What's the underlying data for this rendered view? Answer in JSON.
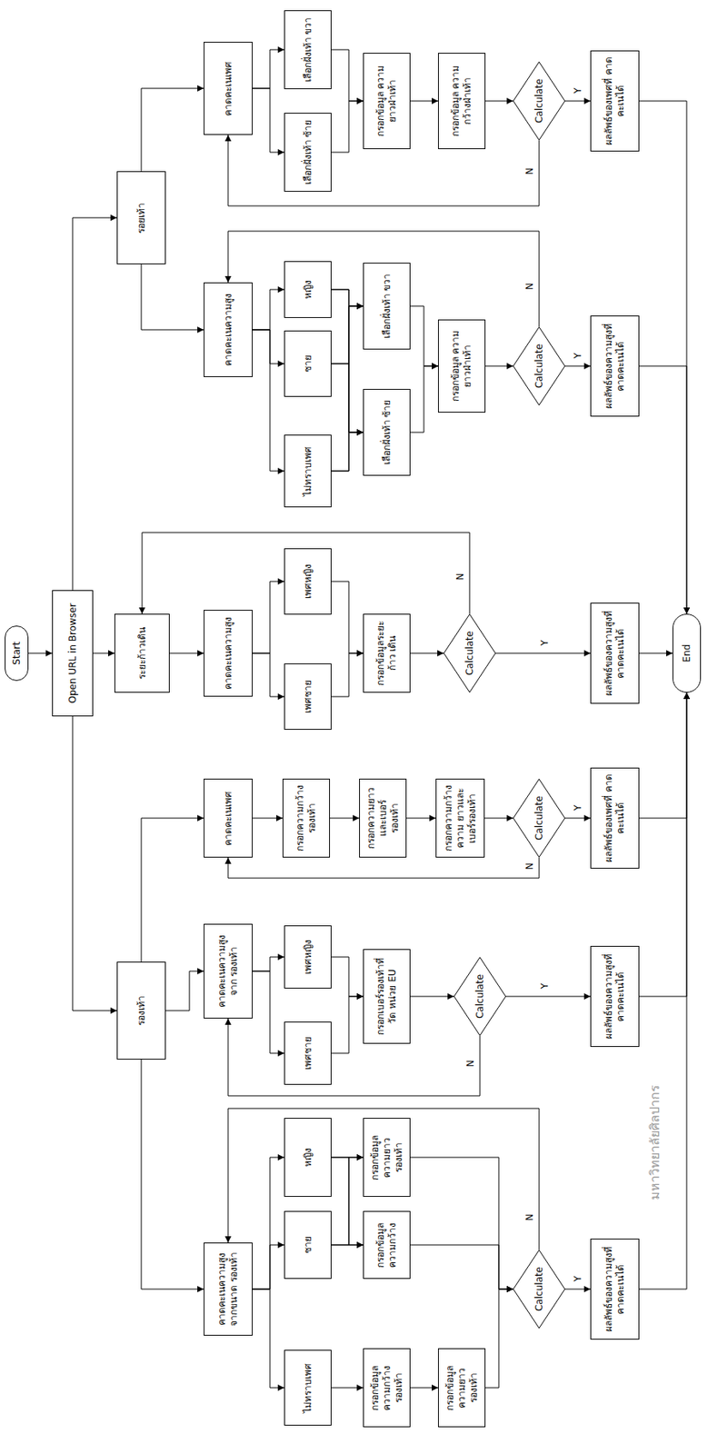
{
  "diagram": {
    "nodes": [
      {
        "text": [
          "Start"
        ]
      },
      {
        "text": [
          "Open URL in Browser"
        ]
      },
      {
        "text": [
          "รองเท้า"
        ]
      },
      {
        "text": [
          "ระยะก้าวเดิน"
        ]
      },
      {
        "text": [
          "รอยเท้า"
        ]
      },
      {
        "text": [
          "คาดคะเนความสูงจากขนาด รองเท้า"
        ]
      },
      {
        "text": [
          "ไม่ทราบเพศ"
        ]
      },
      {
        "text": [
          "ชาย"
        ]
      },
      {
        "text": [
          "หญิง"
        ]
      },
      {
        "text": [
          "กรอกข้อมูล ความกว้างรองเท้า"
        ]
      },
      {
        "text": [
          "กรอกข้อมูล ความกว้าง"
        ]
      },
      {
        "text": [
          "กรอกข้อมูล ความยาวรองเท้า"
        ]
      },
      {
        "text": [
          "กรอกข้อมูล ความยาวรองเท้า"
        ]
      },
      {
        "text": [
          "Calculate"
        ]
      },
      {
        "text": [
          "ผลลัพธ์ของความสูงที่ คาดคะเนได้"
        ]
      },
      {
        "text": [
          "คาดคะเนความสูงจาก รองเท้า"
        ]
      },
      {
        "text": [
          "เพศชาย"
        ]
      },
      {
        "text": [
          "เพศหญิง"
        ]
      },
      {
        "text": [
          "กรอกเบอร์รองเท้าที่วัด หน่วย EU"
        ]
      },
      {
        "text": [
          "Calculate"
        ]
      },
      {
        "text": [
          "ผลลัพธ์ของความสูงที่ คาดคะเนได้"
        ]
      },
      {
        "text": [
          "คาดคะเนเพศ"
        ]
      },
      {
        "text": [
          "กรอกความกว้างรองเท้า"
        ]
      },
      {
        "text": [
          "กรอกความยาวและเบอร์ รองเท้า"
        ]
      },
      {
        "text": [
          "กรอกความกว้าง ความ ยาวและเบอร์รองเท้า"
        ]
      },
      {
        "text": [
          "Calculate"
        ]
      },
      {
        "text": [
          "ผลลัพธ์ของเพศที่ คาดคะเนได้"
        ]
      },
      {
        "text": [
          "คาดคะเนความสูง"
        ]
      },
      {
        "text": [
          "เพศชาย"
        ]
      },
      {
        "text": [
          "เพศหญิง"
        ]
      },
      {
        "text": [
          "กรอกข้อมูลระยะก้าว เดิน"
        ]
      },
      {
        "text": [
          "Calculate"
        ]
      },
      {
        "text": [
          "ผลลัพธ์ของความสูงที่ คาดคะเนได้"
        ]
      },
      {
        "text": [
          "คาดคะเนความสูง"
        ]
      },
      {
        "text": [
          "ไม่ทราบเพศ"
        ]
      },
      {
        "text": [
          "ชาย"
        ]
      },
      {
        "text": [
          "หญิง"
        ]
      },
      {
        "text": [
          "เลือกฝั่งเท้า ซ้าย"
        ]
      },
      {
        "text": [
          "เลือกฝั่งเท้า ขวา"
        ]
      },
      {
        "text": [
          "กรอกข้อมูล ความยาวฝ่าเท้า"
        ]
      },
      {
        "text": [
          "Calculate"
        ]
      },
      {
        "text": [
          "ผลลัพธ์ของความสูงที่ คาดคะเนได้"
        ]
      },
      {
        "text": [
          "คาดคะเนเพศ"
        ]
      },
      {
        "text": [
          "เลือกฝั่งเท้า ซ้าย"
        ]
      },
      {
        "text": [
          "เลือกฝั่งเท้า ขวา"
        ]
      },
      {
        "text": [
          "กรอกข้อมูล ความยาวฝ่าเท้า"
        ]
      },
      {
        "text": [
          "กรอกข้อมูล ความกว้างฝ่าเท้า"
        ]
      },
      {
        "text": [
          "Calculate"
        ]
      },
      {
        "text": [
          "ผลลัพธ์ของเพศที่ คาดคะเนได้"
        ]
      },
      {
        "text": [
          "End"
        ]
      }
    ],
    "edges": [
      {
        "from": 0,
        "to": 1,
        "arrow": "to"
      },
      {
        "from": 1,
        "to": 2,
        "arrow": "to"
      },
      {
        "from": 1,
        "to": 3,
        "arrow": "to"
      },
      {
        "from": 1,
        "to": 4,
        "arrow": "to"
      },
      {
        "from": 2,
        "to": 5,
        "arrow": "to"
      },
      {
        "from": 5,
        "to": 6,
        "arrow": "to"
      },
      {
        "from": 5,
        "to": 7,
        "arrow": "to"
      },
      {
        "from": 5,
        "to": 8,
        "arrow": "to"
      },
      {
        "from": 6,
        "to": 9,
        "arrow": "to"
      },
      {
        "from": 7,
        "to": 10,
        "arrow": "to"
      },
      {
        "from": 7,
        "to": 11,
        "arrow": "to"
      },
      {
        "from": 8,
        "to": 10,
        "arrow": "to"
      },
      {
        "from": 8,
        "to": 11,
        "arrow": "to"
      },
      {
        "from": 9,
        "to": 12,
        "arrow": "to"
      },
      {
        "from": 10,
        "to": 13,
        "arrow": "to"
      },
      {
        "from": 11,
        "to": 13,
        "arrow": "to"
      },
      {
        "from": 12,
        "to": 13,
        "arrow": "to"
      },
      {
        "from": 13,
        "to": 14,
        "label": "Y",
        "arrow": "to"
      },
      {
        "from": 13,
        "to": 5,
        "label": "N",
        "arrow": "to"
      },
      {
        "from": 14,
        "to": 49,
        "arrow": "to"
      },
      {
        "from": 2,
        "to": 15,
        "arrow": "to"
      },
      {
        "from": 15,
        "to": 16,
        "arrow": "to"
      },
      {
        "from": 15,
        "to": 17,
        "arrow": "to"
      },
      {
        "from": 16,
        "to": 18,
        "arrow": "to"
      },
      {
        "from": 17,
        "to": 18,
        "arrow": "to"
      },
      {
        "from": 18,
        "to": 19,
        "arrow": "to"
      },
      {
        "from": 19,
        "to": 20,
        "label": "Y",
        "arrow": "to"
      },
      {
        "from": 19,
        "to": 15,
        "label": "N",
        "arrow": "to"
      },
      {
        "from": 20,
        "to": 49,
        "arrow": "to"
      },
      {
        "from": 2,
        "to": 21,
        "arrow": "to"
      },
      {
        "from": 21,
        "to": 22,
        "arrow": "to"
      },
      {
        "from": 22,
        "to": 23,
        "arrow": "to"
      },
      {
        "from": 23,
        "to": 24,
        "arrow": "to"
      },
      {
        "from": 24,
        "to": 25,
        "arrow": "to"
      },
      {
        "from": 25,
        "to": 26,
        "label": "Y",
        "arrow": "to"
      },
      {
        "from": 25,
        "to": 21,
        "label": "N",
        "arrow": "to"
      },
      {
        "from": 26,
        "to": 49,
        "arrow": "to"
      },
      {
        "from": 3,
        "to": 27,
        "arrow": "to"
      },
      {
        "from": 27,
        "to": 28,
        "arrow": "to"
      },
      {
        "from": 27,
        "to": 29,
        "arrow": "to"
      },
      {
        "from": 28,
        "to": 30,
        "arrow": "to"
      },
      {
        "from": 29,
        "to": 30,
        "arrow": "to"
      },
      {
        "from": 30,
        "to": 31,
        "arrow": "to"
      },
      {
        "from": 31,
        "to": 32,
        "label": "Y",
        "arrow": "to"
      },
      {
        "from": 31,
        "to": 3,
        "label": "N",
        "arrow": "to"
      },
      {
        "from": 32,
        "to": 49,
        "arrow": "to"
      },
      {
        "from": 4,
        "to": 33,
        "arrow": "to"
      },
      {
        "from": 33,
        "to": 34,
        "arrow": "to"
      },
      {
        "from": 33,
        "to": 35,
        "arrow": "to"
      },
      {
        "from": 33,
        "to": 36,
        "arrow": "to"
      },
      {
        "from": 34,
        "to": 37,
        "arrow": "to"
      },
      {
        "from": 34,
        "to": 38,
        "arrow": "to"
      },
      {
        "from": 35,
        "to": 37,
        "arrow": "to"
      },
      {
        "from": 35,
        "to": 38,
        "arrow": "to"
      },
      {
        "from": 36,
        "to": 37,
        "arrow": "to"
      },
      {
        "from": 36,
        "to": 38,
        "arrow": "to"
      },
      {
        "from": 37,
        "to": 39,
        "arrow": "to"
      },
      {
        "from": 38,
        "to": 39,
        "arrow": "to"
      },
      {
        "from": 39,
        "to": 40,
        "arrow": "to"
      },
      {
        "from": 40,
        "to": 41,
        "label": "Y",
        "arrow": "to"
      },
      {
        "from": 40,
        "to": 33,
        "label": "N",
        "arrow": "to"
      },
      {
        "from": 41,
        "to": 49,
        "arrow": "to"
      },
      {
        "from": 4,
        "to": 42,
        "arrow": "to"
      },
      {
        "from": 42,
        "to": 43,
        "arrow": "to"
      },
      {
        "from": 42,
        "to": 44,
        "arrow": "to"
      },
      {
        "from": 43,
        "to": 45,
        "arrow": "to"
      },
      {
        "from": 44,
        "to": 45,
        "arrow": "to"
      },
      {
        "from": 45,
        "to": 46,
        "arrow": "to"
      },
      {
        "from": 46,
        "to": 47,
        "arrow": "to"
      },
      {
        "from": 47,
        "to": 48,
        "label": "Y",
        "arrow": "to"
      },
      {
        "from": 47,
        "to": 42,
        "label": "N",
        "arrow": "to"
      },
      {
        "from": 48,
        "to": 49,
        "arrow": "to"
      }
    ],
    "labels": [
      "มหาวิทยาลัยศิลปากร"
    ]
  }
}
